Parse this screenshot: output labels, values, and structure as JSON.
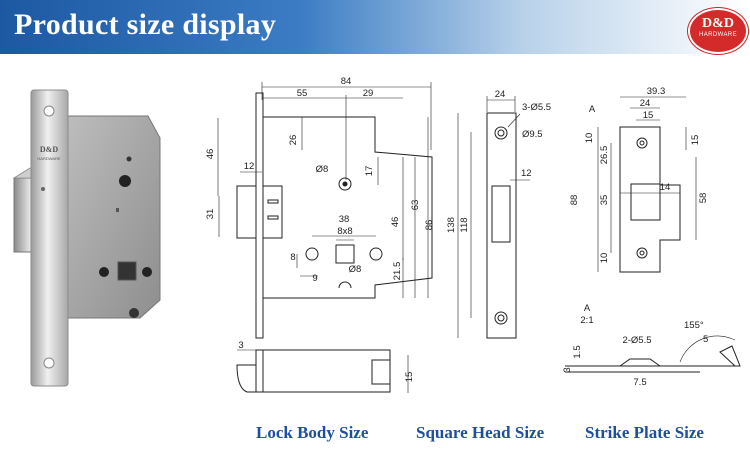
{
  "banner": {
    "title": "Product size display",
    "background": "#1d58a3"
  },
  "logo": {
    "main": "D&D",
    "sub": "HARDWARE",
    "color": "#d52a2a"
  },
  "photo": {
    "plate_engraving_main": "D&D",
    "plate_engraving_sub": "HARDWARE"
  },
  "lock_body": {
    "caption": "Lock Body Size",
    "dims": {
      "width_total": "84",
      "d55": "55",
      "d29": "29",
      "d26": "26",
      "d46": "46",
      "d12": "12",
      "d31": "31",
      "d8_hole": "Ø8",
      "d17": "17",
      "d38": "38",
      "d8x8": "8x8",
      "d46b": "46",
      "d63": "63",
      "d86": "86",
      "d8": "8",
      "d9": "9",
      "d8_hole_b": "Ø8",
      "d21_5": "21.5",
      "d3": "3",
      "d15": "15"
    }
  },
  "square_head": {
    "caption": "Square Head Size",
    "dims": {
      "d24": "24",
      "holes": "3-Ø5.5",
      "d9_5": "Ø9.5",
      "d12": "12",
      "d138": "138",
      "d118": "118"
    }
  },
  "strike_plate": {
    "caption": "Strike Plate Size",
    "dims": {
      "d39_3": "39.3",
      "d24": "24",
      "d15": "15",
      "label_a": "A",
      "d10": "10",
      "d26_5": "26.5",
      "d15b": "15",
      "d35": "35",
      "d14": "14",
      "d88": "88",
      "d58": "58",
      "d10b": "10",
      "section_a": "A",
      "scale": "2:1",
      "d1_5": "1.5",
      "holes": "2-Ø5.5",
      "angle": "155°",
      "d5": "5",
      "d3": "3",
      "d7_5": "7.5"
    }
  }
}
